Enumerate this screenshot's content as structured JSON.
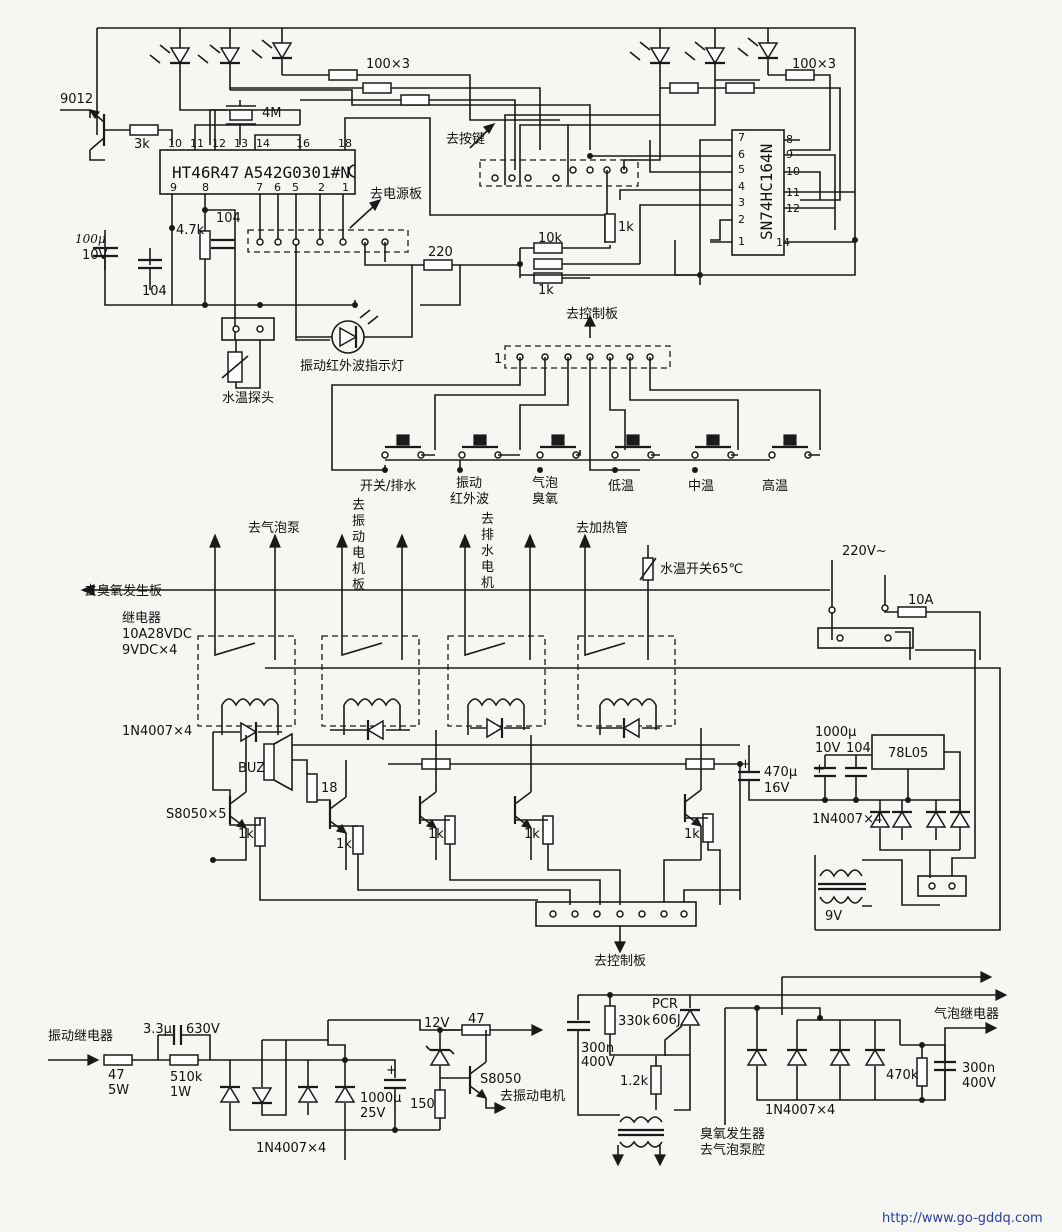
{
  "ic1": {
    "part": "HT46R47",
    "code": "A542G0301#N",
    "top_pins": [
      "10",
      "11",
      "12",
      "13",
      "14",
      "16",
      "18"
    ],
    "bottom_pins": [
      "9",
      "8",
      "7",
      "6",
      "5",
      "2",
      "1"
    ]
  },
  "ic2": {
    "part": "SN74HC164N",
    "left_pins": [
      "7",
      "6",
      "5",
      "4",
      "3",
      "2",
      "1"
    ],
    "right_pins": [
      "8",
      "9",
      "10",
      "11",
      "12",
      "14"
    ]
  },
  "labels": {
    "transistor_top": "9012",
    "r_3k": "3k",
    "crystal": "4M",
    "res_100x3_left": "100×3",
    "res_100x3_right": "100×3",
    "to_keys": "去按键",
    "to_power_board": "去电源板",
    "r_1k_a": "1k",
    "r_10k": "10k",
    "r_1k_b": "1k",
    "r_220": "220",
    "c_100u": "100μ",
    "c_10v": "10V",
    "c_104_a": "104",
    "r_4_7k": "4.7k",
    "c_104_b": "104",
    "water_probe": "水温探头",
    "led_indicator": "振动红外波指示灯",
    "to_control_board_top": "去控制板",
    "pin1": "1",
    "to_bubble_pump": "去气泡泵",
    "to_vib_motor_board": "去振动电机板",
    "to_drain_motor": "去排水电机",
    "to_heater": "去加热管",
    "thermo_switch": "水温开关65℃",
    "ac_220": "220V~",
    "fuse_10a": "10A",
    "to_ozone_board": "去臭氧发生板",
    "relay": "继电器",
    "relay_spec1": "10A28VDC",
    "relay_spec2": "9VDC×4",
    "diode_1n4007x4_left": "1N4007×4",
    "buz": "BUZ",
    "r_18": "18",
    "s8050x5": "S8050×5",
    "r_1k_q1": "1k",
    "r_1k_q2": "1k",
    "r_1k_q3": "1k",
    "r_1k_q4": "1k",
    "r_1k_q5": "1k",
    "c_470u": "470μ",
    "c_16v": "16V",
    "c_1000u": "1000μ",
    "c_10v_b": "10V",
    "c_104_c": "104",
    "reg": "78L05",
    "diode_1n4007x4_right": "1N4007×4",
    "tx_9v": "9V",
    "to_control_board_bottom": "去控制板",
    "vib_relay": "振动继电器",
    "c_3_3u": "3.3μ",
    "c_630v": "630V",
    "r_47_5w": "47",
    "r_5w": "5W",
    "r_510k": "510k",
    "r_1w": "1W",
    "diode_1n4007x4_bl": "1N4007×4",
    "c_1000u_25v_a": "1000μ",
    "c_25v": "25V",
    "zener_12v": "12V",
    "r_47": "47",
    "r_150": "150",
    "s8050": "S8050",
    "to_vib_motor": "去振动电机",
    "c_300n_a": "300n",
    "c_400v_a": "400V",
    "r_330k": "330k",
    "pcr": "PCR",
    "pcr_code": "606J",
    "r_1_2k": "1.2k",
    "ozone_gen": "臭氧发生器",
    "to_bubble_cavity": "去气泡泵腔",
    "diode_1n4007x4_br": "1N4007×4",
    "r_470k": "470k",
    "bubble_relay": "气泡继电器",
    "c_300n_b": "300n",
    "c_400v_b": "400V",
    "website": "http://www.go-gddq.com"
  },
  "keys": [
    "开关/排水",
    "振动\n红外波",
    "气泡\n臭氧",
    "低温",
    "中温",
    "高温"
  ],
  "keys_lines": [
    [
      "开关/排水"
    ],
    [
      "振动",
      "红外波"
    ],
    [
      "气泡",
      "臭氧"
    ],
    [
      "低温"
    ],
    [
      "中温"
    ],
    [
      "高温"
    ]
  ],
  "icons": [
    "led-icon",
    "diode-icon",
    "transistor-icon",
    "relay-coil-icon",
    "pushbutton-icon",
    "capacitor-icon",
    "resistor-icon",
    "transformer-icon",
    "thermistor-icon",
    "buzzer-icon",
    "crystal-icon",
    "scr-icon",
    "zener-icon",
    "arrow-icon"
  ],
  "colors": {
    "ink": "#1a1a1a",
    "paper": "#f6f6f3",
    "link": "#2b3f9a"
  }
}
